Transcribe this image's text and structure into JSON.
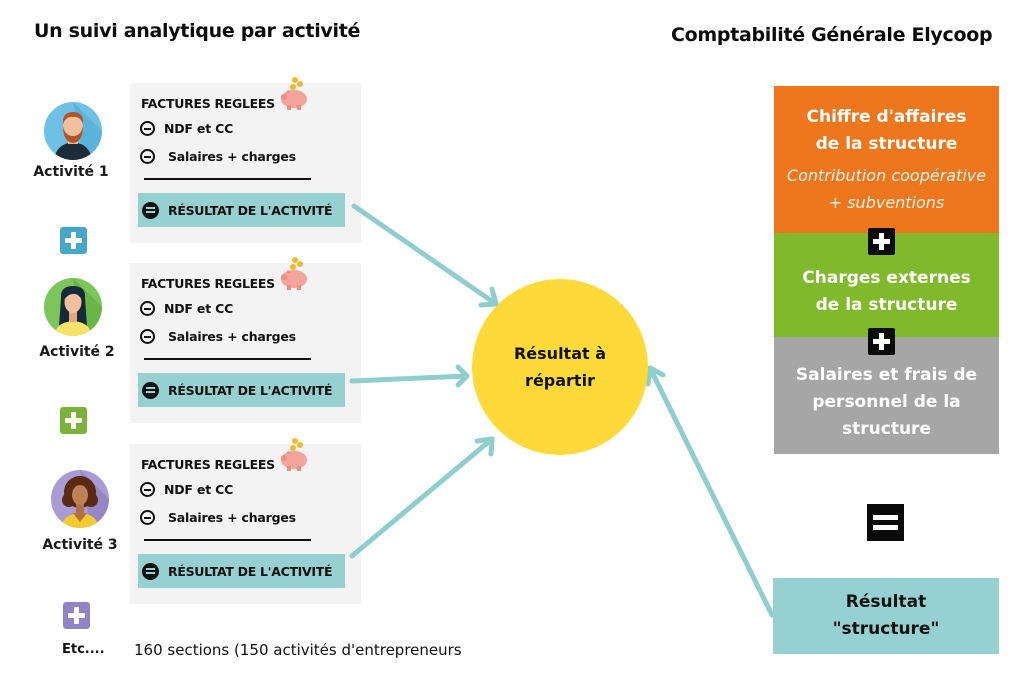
{
  "left_title": "Un suivi analytique par activité",
  "right_title": "Comptabilité Générale Elycoop",
  "activities": [
    {
      "label": "Activité 1",
      "avatar_icon": "man-avatar-icon",
      "avatar_bg": "#6ec1e4",
      "plus_color": "#46a7c9",
      "card": {
        "header": "FACTURES REGLEES",
        "lines": [
          "NDF et CC",
          "Salaires + charges"
        ],
        "result": "RÉSULTAT DE L'ACTIVITÉ"
      }
    },
    {
      "label": "Activité 2",
      "avatar_icon": "woman-avatar-icon",
      "avatar_bg": "#7cc55a",
      "plus_color": "#7bb33a",
      "card": {
        "header": "FACTURES REGLEES",
        "lines": [
          "NDF et CC",
          "Salaires + charges"
        ],
        "result": "RÉSULTAT DE L'ACTIVITÉ"
      }
    },
    {
      "label": "Activité 3",
      "avatar_icon": "woman-curly-avatar-icon",
      "avatar_bg": "#a99bd6",
      "plus_color": "#9184c5",
      "card": {
        "header": "FACTURES REGLEES",
        "lines": [
          "NDF et CC",
          "Salaires + charges"
        ],
        "result": "RÉSULTAT DE L'ACTIVITÉ"
      }
    }
  ],
  "etc_label": "Etc....",
  "sections_note": "160 sections (150 activités d'entrepreneurs",
  "center": {
    "line1": "Résultat à",
    "line2": "répartir",
    "color": "#fed93a"
  },
  "structure_boxes": [
    {
      "lines": [
        "Chiffre d'affaires",
        "de la structure"
      ],
      "italic_lines": [
        "Contribution coopérative",
        "+ subventions"
      ],
      "color": "#ee761d"
    },
    {
      "lines": [
        "Charges externes",
        "de la structure"
      ],
      "italic_lines": [],
      "color": "#80b92b"
    },
    {
      "lines": [
        "Salaires et frais de",
        "personnel de la",
        "structure"
      ],
      "italic_lines": [],
      "color": "#a6a6a6"
    }
  ],
  "result_structure": {
    "line1": "Résultat",
    "line2": "\"structure\"",
    "color": "#97d0d1"
  },
  "arrow_color": "#8fcdcf"
}
